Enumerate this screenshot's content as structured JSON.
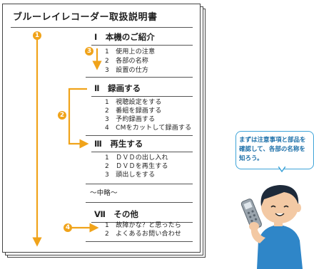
{
  "manual": {
    "title": "ブルーレイレコーダー取扱説明書",
    "sections": [
      {
        "heading": "Ⅰ　本機のご紹介",
        "items": [
          "1　使用上の注意",
          "2　各部の名称",
          "3　設置の仕方"
        ]
      },
      {
        "heading": "Ⅱ　録画する",
        "items": [
          "1　視聴設定をする",
          "2　番組を録画する",
          "3　予約録画する",
          "4　CMをカットして録画する"
        ]
      },
      {
        "heading": "Ⅲ　再生する",
        "items": [
          "1　ＤＶＤの出し入れ",
          "2　ＤＶＤを再生する",
          "3　頭出しをする"
        ]
      },
      {
        "heading": "～中略～",
        "items": []
      },
      {
        "heading": "Ⅶ　その他",
        "items": [
          "1　故障かな？と思ったら",
          "2　よくあるお問い合わせ"
        ]
      }
    ]
  },
  "markers": [
    "1",
    "2",
    "3",
    "4"
  ],
  "speech": {
    "text": "まずは注意事項と部品を\n確認して、各部の名称を\n知ろう。"
  },
  "colors": {
    "accent": "#f0a31a",
    "bubble_border": "#3da3d8",
    "bubble_text": "#1a6ea8"
  }
}
